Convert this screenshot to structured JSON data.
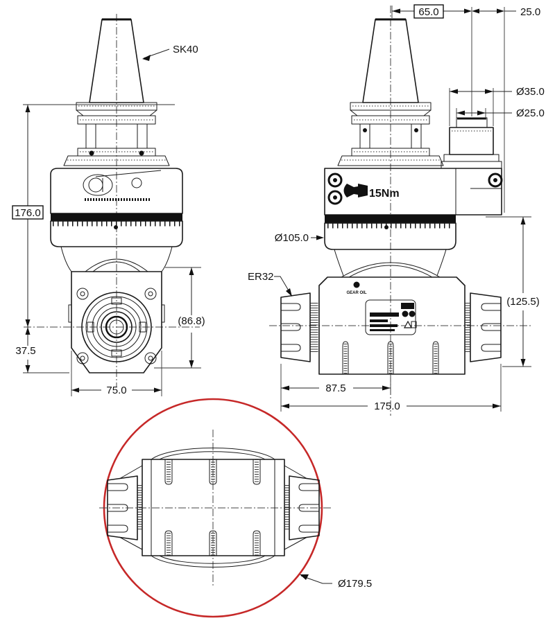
{
  "drawing": {
    "colors": {
      "line": "#1a1a1a",
      "detail_circle": "#c62828"
    },
    "front_view": {
      "label_taper": "SK40",
      "dim_height": "176.0",
      "dim_center_to_bottom": "37.5",
      "dim_body_width": "75.0",
      "dim_body_height_ref": "(86.8)"
    },
    "side_view": {
      "dim_center_to_port": "65.0",
      "dim_port_to_edge": "25.0",
      "dim_port_outer": "Ø35.0",
      "dim_port_inner": "Ø25.0",
      "dim_dial_dia": "Ø105.0",
      "label_torque": "15Nm",
      "label_collet": "ER32",
      "label_gear_oil": "GEAR OIL",
      "dim_height_ref": "(125.5)",
      "dim_center_to_nose": "87.5",
      "dim_overall_length": "175.0"
    },
    "detail_view": {
      "dim_swing_dia": "Ø179.5"
    }
  }
}
